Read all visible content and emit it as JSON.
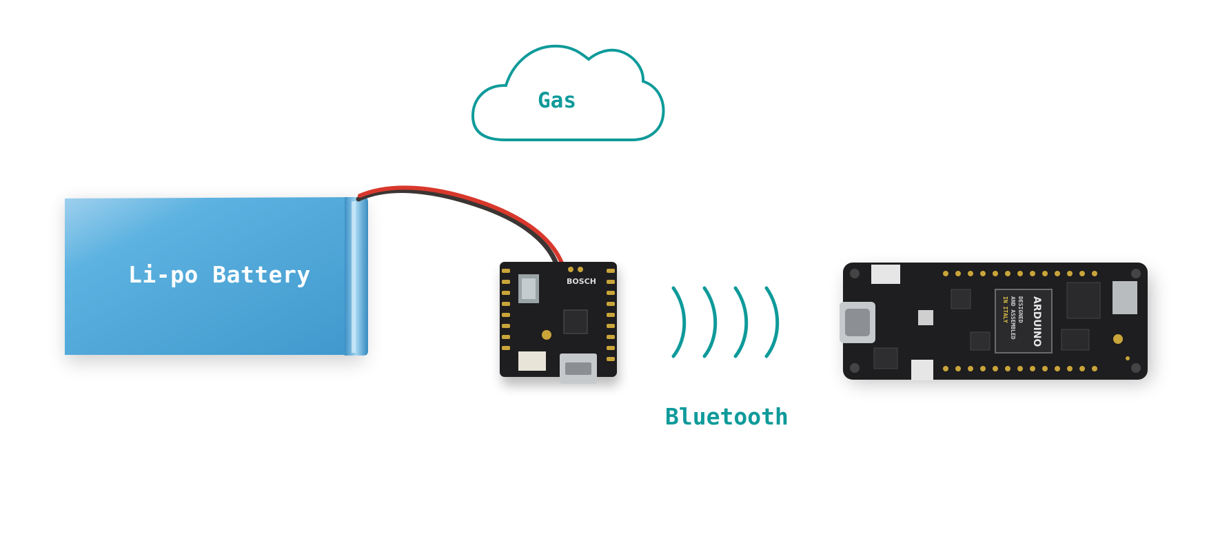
{
  "diagram": {
    "gas_label": "Gas",
    "battery_label": "Li-po Battery",
    "bluetooth_label": "Bluetooth",
    "board_text": {
      "sensor_silkscreen": "BOSCH",
      "host_brand": "ARDUINO",
      "host_made_line1": "DESIGNED",
      "host_made_line2": "AND ASSEMBLED",
      "host_made_line3": "IN ITALY"
    }
  },
  "colors": {
    "accent": "#0f9a9a",
    "battery": "#4aa6d6",
    "pcb": "#1e1d1f",
    "gold": "#c9a53a"
  },
  "icons": [
    "cloud-icon",
    "bluetooth-waves-icon"
  ]
}
